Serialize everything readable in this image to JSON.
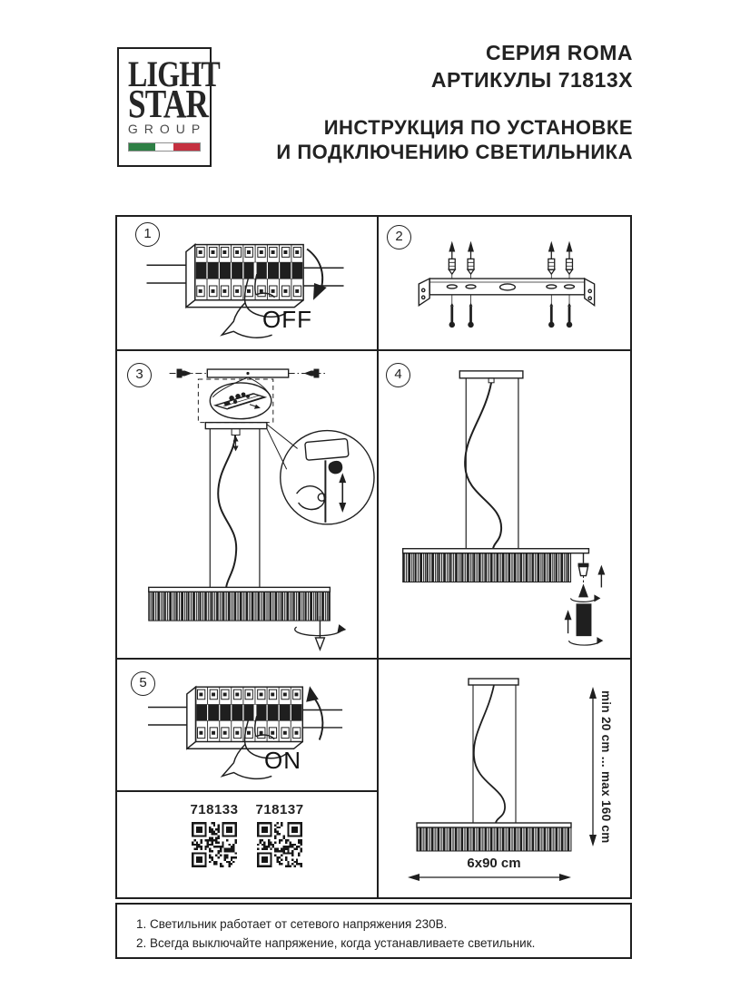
{
  "header": {
    "series": "СЕРИЯ ROMA",
    "articles": "АРТИКУЛЫ 71813X",
    "instruction_line1": "ИНСТРУКЦИЯ ПО УСТАНОВКЕ",
    "instruction_line2": "И ПОДКЛЮЧЕНИЮ СВЕТИЛЬНИКА"
  },
  "logo": {
    "line1": "LIGHT",
    "line2": "STAR",
    "line3": "GROUP",
    "flag_colors": {
      "green": "#2e8045",
      "white": "#ffffff",
      "red": "#c53140"
    }
  },
  "colors": {
    "ink": "#1f1f1f",
    "paper": "#ffffff"
  },
  "panels": {
    "p1": {
      "step": "1",
      "switch_label": "OFF"
    },
    "p2": {
      "step": "2"
    },
    "p3": {
      "step": "3"
    },
    "p4": {
      "step": "4"
    },
    "p5": {
      "step": "5",
      "switch_label": "ON"
    },
    "p6": {
      "height_range_label": "min 20 cm ... max 160 cm",
      "width_label": "6x90 cm"
    }
  },
  "qr": {
    "items": [
      {
        "code": "718133"
      },
      {
        "code": "718137"
      }
    ]
  },
  "footer": {
    "notes": [
      "1. Светильник работает от сетевого напряжения 230В.",
      "2. Всегда выключайте напряжение, когда устанавливаете светильник."
    ]
  }
}
